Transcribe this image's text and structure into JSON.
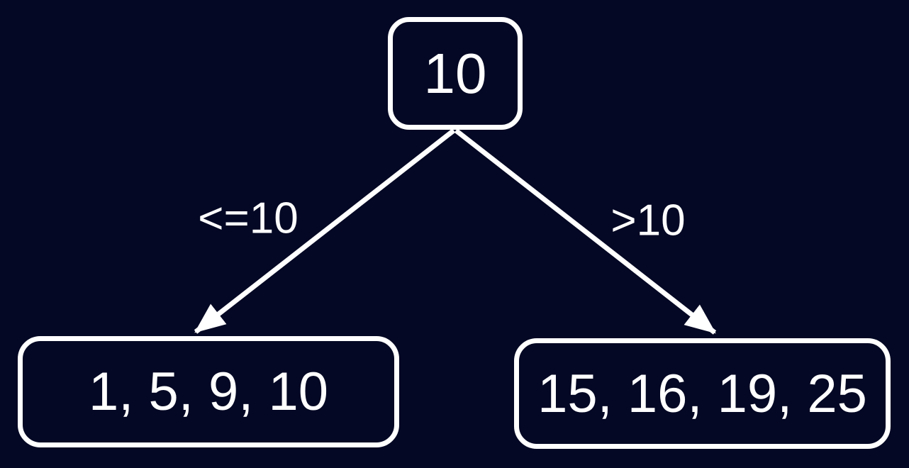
{
  "diagram": {
    "type": "binary-split-decision-tree",
    "root": {
      "label": "10"
    },
    "edges": [
      {
        "label": "<=10",
        "direction": "left"
      },
      {
        "label": ">10",
        "direction": "right"
      }
    ],
    "leaves": [
      {
        "label": "1, 5, 9, 10"
      },
      {
        "label": "15, 16, 19, 25"
      }
    ]
  },
  "colors": {
    "background": "#040824",
    "stroke": "#ffffff",
    "text": "#ffffff"
  }
}
